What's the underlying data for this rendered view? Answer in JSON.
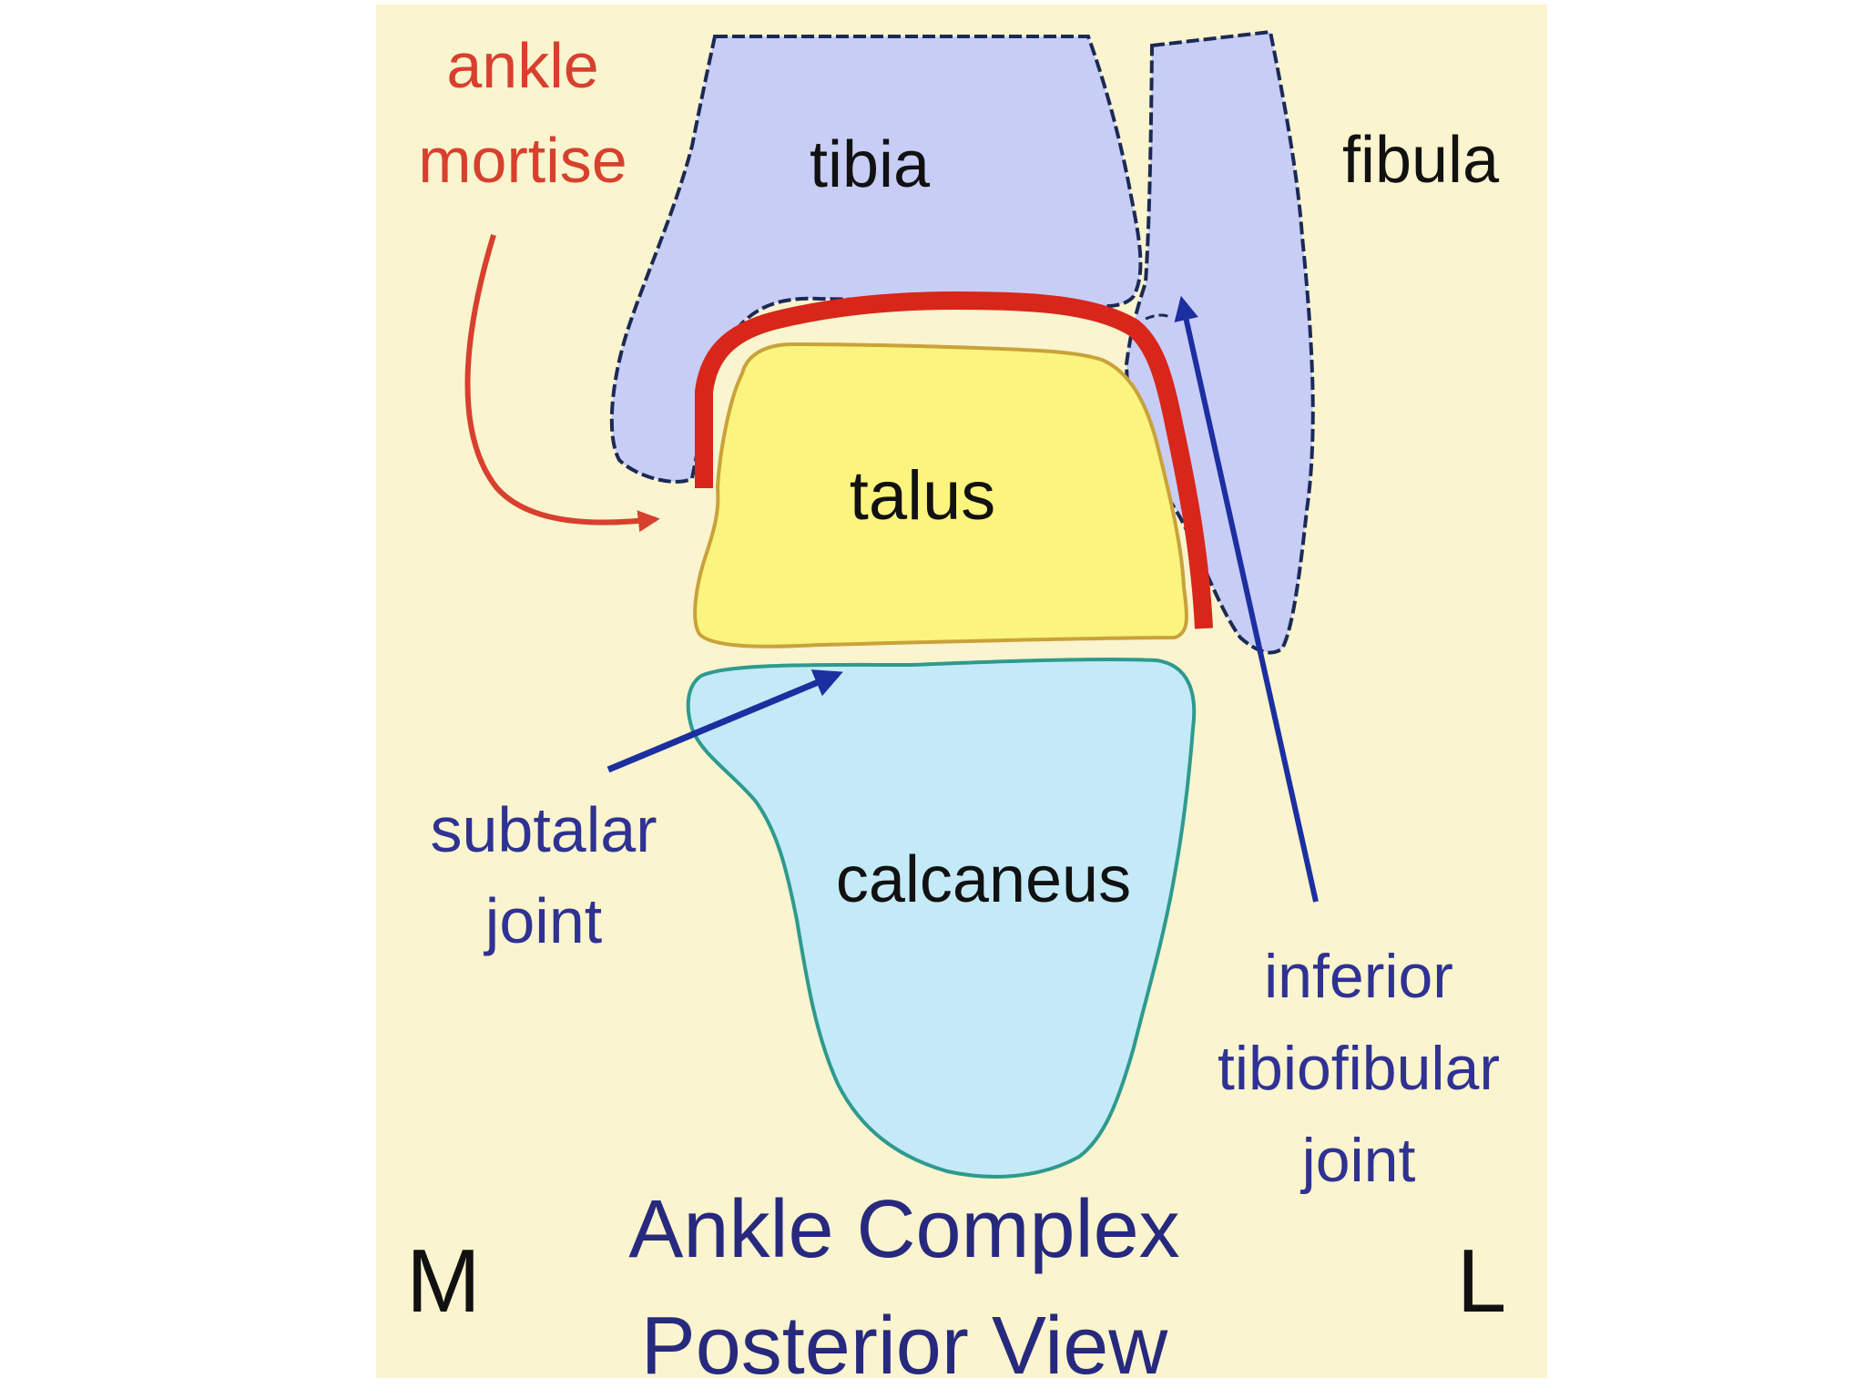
{
  "labels": {
    "ankle_mortise_line1": "ankle",
    "ankle_mortise_line2": "mortise",
    "tibia": "tibia",
    "fibula": "fibula",
    "talus": "talus",
    "calcaneus": "calcaneus",
    "subtalar_line1": "subtalar",
    "subtalar_line2": "joint",
    "inferior_line1": "inferior",
    "inferior_line2": "tibiofibular",
    "inferior_line3": "joint",
    "medial": "M",
    "lateral": "L"
  },
  "title": {
    "line1": "Ankle Complex",
    "line2": "Posterior View"
  },
  "colors": {
    "panel_background": "#FAF4CF",
    "tibia_fibula_fill": "#C8CDF6",
    "bone_outline": "#1B2A55",
    "talus_fill": "#FBF47E",
    "talus_outline": "#C9A23A",
    "calcaneus_fill": "#C3EAF6",
    "calcaneus_outline": "#2E9A8E",
    "mortise_red": "#D8261A",
    "mortise_label": "#D8402E",
    "joint_arrow_blue": "#1C2FA0",
    "joint_label": "#2F3292",
    "title_text": "#27297E",
    "body_text": "#111111"
  }
}
